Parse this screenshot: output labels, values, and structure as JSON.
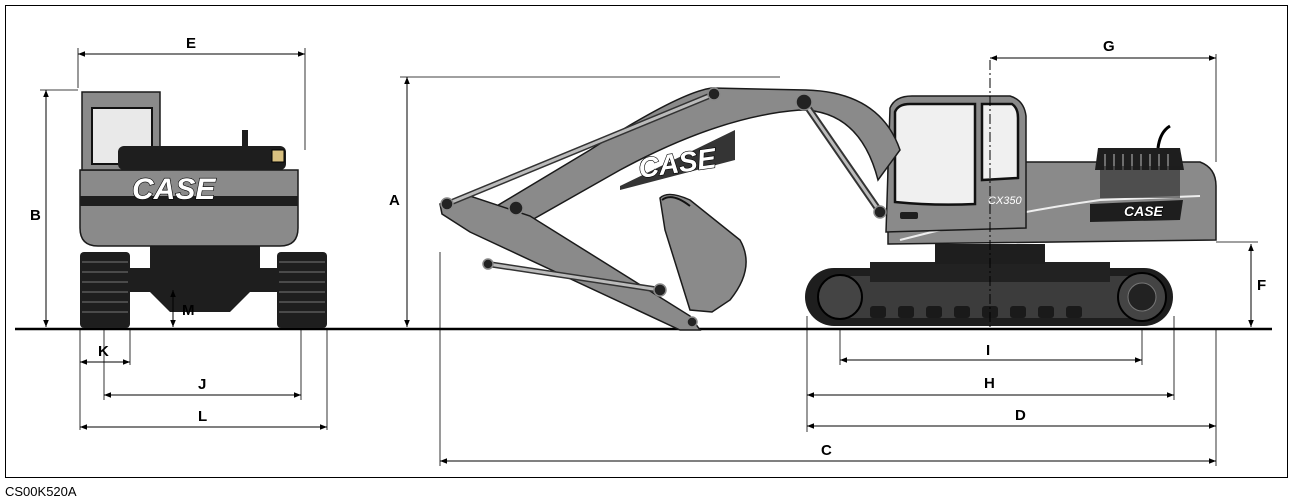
{
  "figure_code": "CS00K520A",
  "logo_text": "CASE",
  "model_badge": "CX350",
  "labels": {
    "A": "A",
    "B": "B",
    "C": "C",
    "D": "D",
    "E": "E",
    "F": "F",
    "G": "G",
    "H": "H",
    "I": "I",
    "J": "J",
    "K": "K",
    "L": "L",
    "M": "M"
  },
  "colors": {
    "body": "#8a8a8a",
    "outline": "#1a1a1a",
    "track": "#1e1e1e"
  }
}
